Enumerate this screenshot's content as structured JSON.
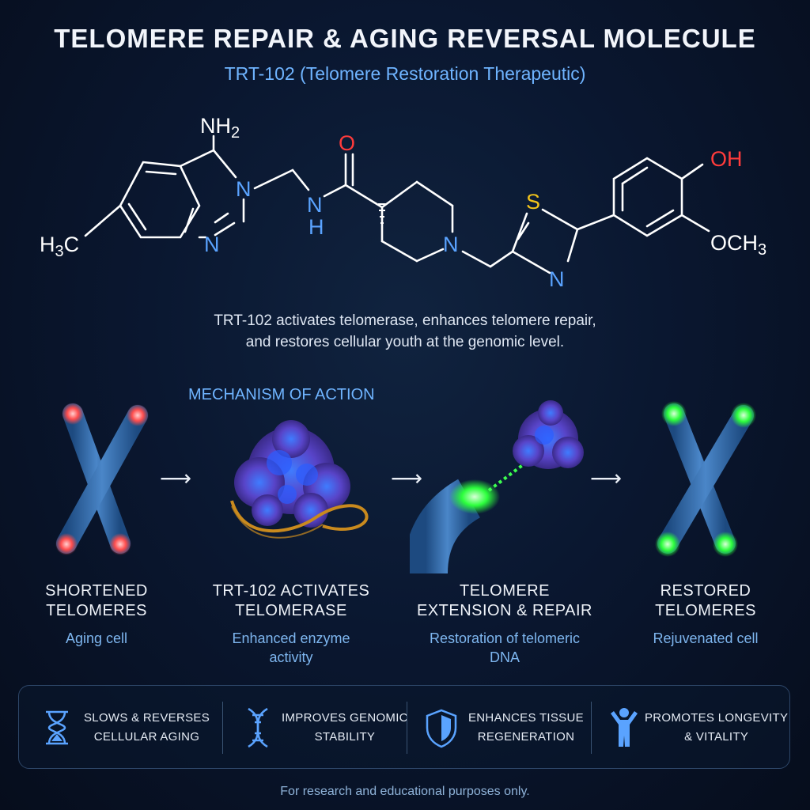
{
  "header": {
    "title": "TELOMERE REPAIR & AGING REVERSAL MOLECULE",
    "subtitle": "TRT-102 (Telomere Restoration Therapeutic)"
  },
  "molecule": {
    "labels": {
      "nh2": "NH",
      "nh2_sub": "2",
      "n1": "N",
      "n2": "N",
      "nh_n": "N",
      "nh_h": "H",
      "o": "O",
      "n_pip": "N",
      "s": "S",
      "n_thz": "N",
      "oh": "OH",
      "och3": "OCH",
      "och3_sub": "3",
      "h3c": "H",
      "h3c_sub": "3",
      "h3c_c": "C"
    },
    "colors": {
      "bond": "#ffffff",
      "nitrogen": "#5aa3ff",
      "oxygen": "#ff3b3b",
      "sulfur": "#f2c31b"
    }
  },
  "description": {
    "line1": "TRT-102 activates telomerase, enhances telomere repair,",
    "line2": "and restores cellular youth at the genomic level."
  },
  "mechanism": {
    "heading": "MECHANISM OF ACTION",
    "arrow_glyph": "⟶",
    "stages": [
      {
        "title1": "SHORTENED",
        "title2": "TELOMERES",
        "sub1": "Aging cell",
        "sub2": ""
      },
      {
        "title1": "TRT-102 ACTIVATES",
        "title2": "TELOMERASE",
        "sub1": "Enhanced enzyme",
        "sub2": "activity"
      },
      {
        "title1": "TELOMERE",
        "title2": "EXTENSION & REPAIR",
        "sub1": "Restoration of telomeric",
        "sub2": "DNA"
      },
      {
        "title1": "RESTORED",
        "title2": "TELOMERES",
        "sub1": "Rejuvenated cell",
        "sub2": ""
      }
    ],
    "colors": {
      "chromosome": "#2f6aa8",
      "short_tip": "#ff5a5a",
      "restored_tip": "#3cff4f",
      "enzyme": "#5a4ad0",
      "dna": "#c98a1e"
    }
  },
  "benefits": [
    {
      "icon": "hourglass-icon",
      "line1": "SLOWS & REVERSES",
      "line2": "CELLULAR AGING"
    },
    {
      "icon": "dna-icon",
      "line1": "IMPROVES GENOMIC",
      "line2": "STABILITY"
    },
    {
      "icon": "shield-icon",
      "line1": "ENHANCES TISSUE",
      "line2": "REGENERATION"
    },
    {
      "icon": "person-icon",
      "line1": "PROMOTES LONGEVITY",
      "line2": "& VITALITY"
    }
  ],
  "footer": "For research and educational purposes only."
}
